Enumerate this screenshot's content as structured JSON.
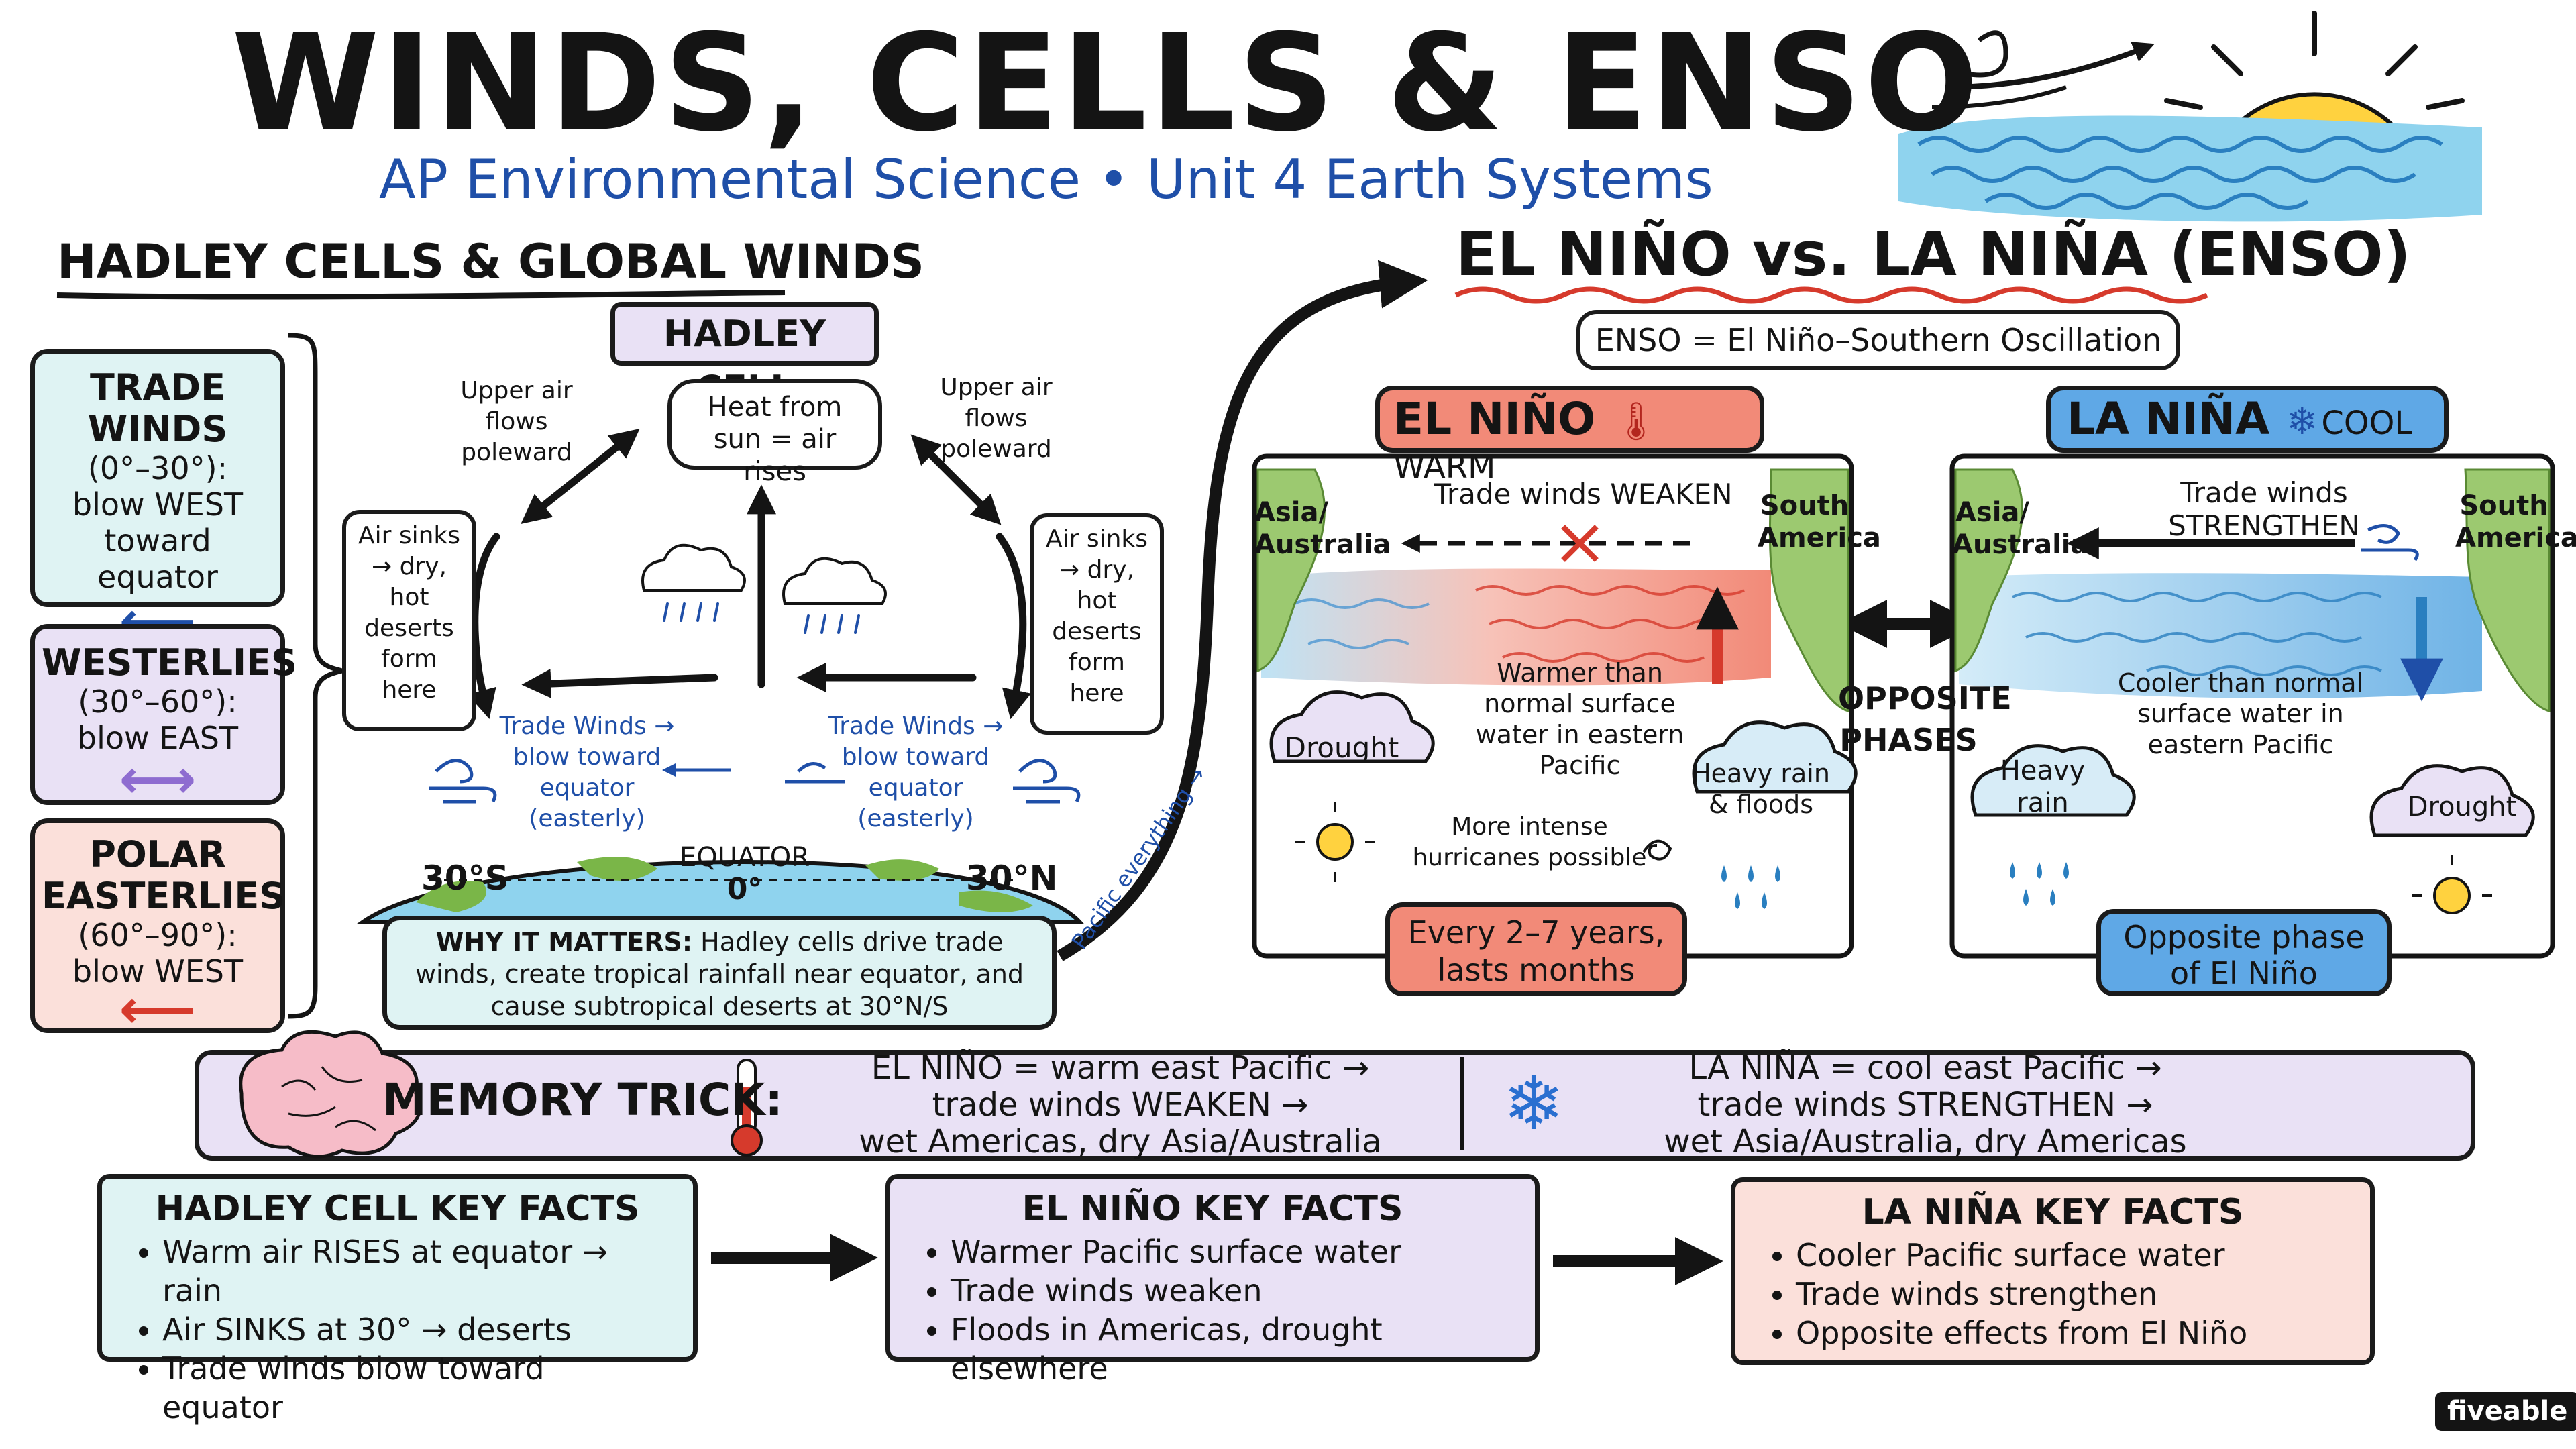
{
  "header": {
    "title": "WINDS, CELLS & ENSO",
    "subtitle": "AP Environmental Science • Unit 4 Earth Systems"
  },
  "hadley_section": {
    "heading": "HADLEY CELLS & GLOBAL WINDS",
    "cell_label": "HADLEY CELL",
    "heat_bubble": "Heat from sun = air rises",
    "upper_air_left": "Upper air flows poleward",
    "upper_air_right": "Upper air flows poleward",
    "sinks_left": "Air sinks → dry, hot deserts form here",
    "sinks_right": "Air sinks → dry, hot deserts form here",
    "trade_left": "Trade Winds → blow toward equator (easterly)",
    "trade_right": "Trade Winds → blow toward equator (easterly)",
    "lat_left": "30°S",
    "equator": "EQUATOR",
    "equator_deg": "0°",
    "lat_right": "30°N",
    "why_label": "WHY IT MATTERS:",
    "why_text": "Hadley cells drive trade winds, create tropical rainfall near equator, and cause subtropical deserts at 30°N/S",
    "pacific_note": "Pacific everything →"
  },
  "wind_boxes": [
    {
      "title": "TRADE WINDS",
      "range": "(0°–30°):",
      "desc": "blow WEST toward equator",
      "color": "#dff3f3",
      "arrow": "#1f4fa8"
    },
    {
      "title": "WESTERLIES",
      "range": "(30°–60°):",
      "desc": "blow EAST",
      "color": "#e9e1f5",
      "arrow": "#8e6cd0"
    },
    {
      "title": "POLAR EASTERLIES",
      "range": "(60°–90°):",
      "desc": "blow WEST",
      "color": "#fbe0da",
      "arrow": "#d63a2c"
    }
  ],
  "enso_section": {
    "heading": "EL NIÑO vs. LA NIÑA (ENSO)",
    "definition": "ENSO = El Niño–Southern Oscillation",
    "opposite": "OPPOSITE PHASES"
  },
  "el_nino": {
    "label": "EL NIÑO",
    "tag": "WARM",
    "asia": "Asia/ Australia",
    "america": "South America",
    "trade": "Trade winds WEAKEN",
    "water": "Warmer than normal surface water in eastern Pacific",
    "drought": "Drought",
    "rain": "Heavy rain & floods",
    "hurricanes": "More intense hurricanes possible",
    "frequency": "Every 2–7 years, lasts months"
  },
  "la_nina": {
    "label": "LA NIÑA",
    "tag": "COOL",
    "asia": "Asia/ Australia",
    "america": "South America",
    "trade": "Trade winds STRENGTHEN",
    "water": "Cooler than normal surface water in eastern Pacific",
    "rain": "Heavy rain",
    "drought": "Drought",
    "phase": "Opposite phase of El Niño"
  },
  "memory": {
    "label": "MEMORY TRICK:",
    "el_line1": "EL NIÑO = warm east Pacific →",
    "el_line2": "trade winds WEAKEN →",
    "el_line3": "wet Americas, dry Asia/Australia",
    "la_line1": "LA NIÑA = cool east Pacific →",
    "la_line2": "trade winds STRENGTHEN →",
    "la_line3": "wet Asia/Australia, dry Americas"
  },
  "key_facts": [
    {
      "title": "HADLEY CELL KEY FACTS",
      "items": [
        "Warm air RISES at equator → rain",
        "Air SINKS at 30° → deserts",
        "Trade winds blow toward equator"
      ],
      "color": "#dff3f3"
    },
    {
      "title": "EL NIÑO KEY FACTS",
      "items": [
        "Warmer Pacific surface water",
        "Trade winds weaken",
        "Floods in Americas, drought elsewhere"
      ],
      "color": "#e9e1f5"
    },
    {
      "title": "LA NIÑA KEY FACTS",
      "items": [
        "Cooler Pacific surface water",
        "Trade winds strengthen",
        "Opposite effects from El Niño"
      ],
      "color": "#fbe0da"
    }
  ],
  "brand": "fiveable"
}
